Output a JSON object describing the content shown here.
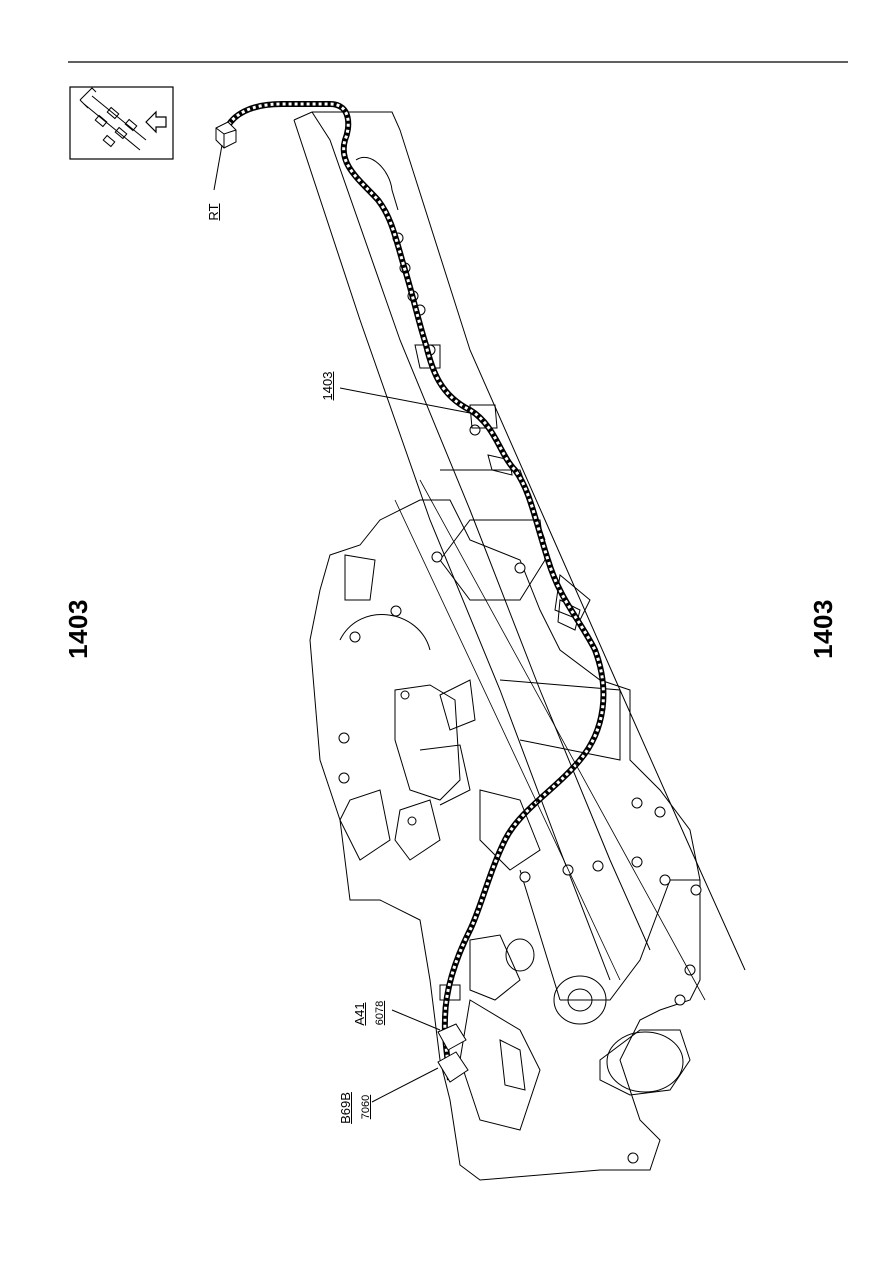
{
  "page": {
    "section_left": "1403",
    "section_right": "1403"
  },
  "callouts": {
    "rt": "RT",
    "harness": "1403",
    "a41_label": "A41",
    "a41_code": "6078",
    "b69b_label": "B69B",
    "b69b_code": "7060"
  },
  "icons": {
    "vehicle_orientation": "vehicle-orientation-icon",
    "forward_arrow": "arrow-left-icon"
  }
}
